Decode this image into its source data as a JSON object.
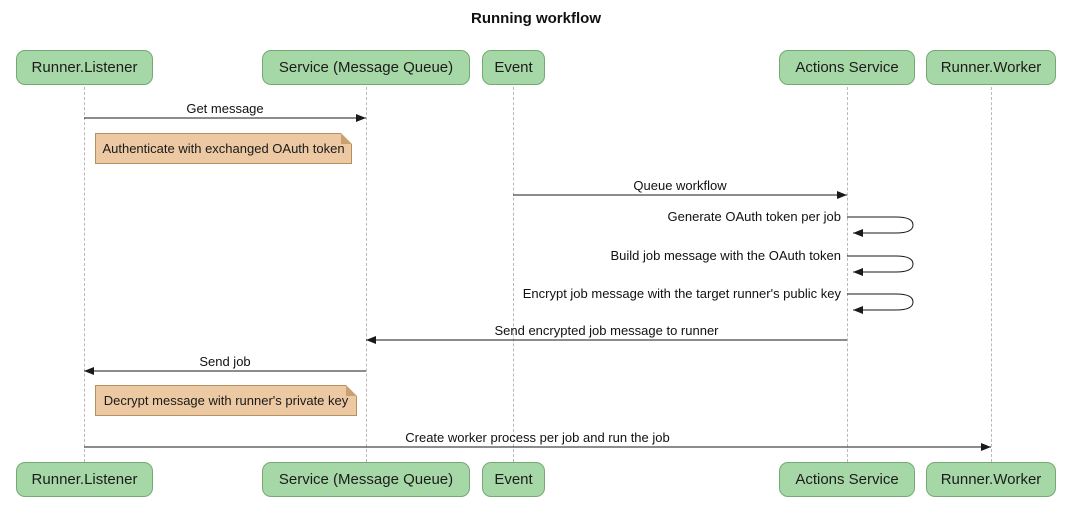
{
  "title": "Running workflow",
  "actors": [
    {
      "label": "Runner.Listener"
    },
    {
      "label": "Service (Message Queue)"
    },
    {
      "label": "Event"
    },
    {
      "label": "Actions Service"
    },
    {
      "label": "Runner.Worker"
    }
  ],
  "messages": [
    {
      "label": "Get message",
      "from": "Runner.Listener",
      "to": "Service (Message Queue)"
    },
    {
      "label": "Queue workflow",
      "from": "Event",
      "to": "Actions Service"
    },
    {
      "label": "Generate OAuth token per job",
      "from": "Actions Service",
      "to": "Actions Service"
    },
    {
      "label": "Build job message with the OAuth token",
      "from": "Actions Service",
      "to": "Actions Service"
    },
    {
      "label": "Encrypt job message with the target runner's public key",
      "from": "Actions Service",
      "to": "Actions Service"
    },
    {
      "label": "Send encrypted job message to runner",
      "from": "Actions Service",
      "to": "Service (Message Queue)"
    },
    {
      "label": "Send job",
      "from": "Service (Message Queue)",
      "to": "Runner.Listener"
    },
    {
      "label": "Create worker process per job and run the job",
      "from": "Runner.Listener",
      "to": "Runner.Worker"
    }
  ],
  "notes": [
    {
      "text": "Authenticate with exchanged OAuth token"
    },
    {
      "text": "Decrypt message with runner's private key"
    }
  ],
  "colors": {
    "actor_fill": "#a6d7a6",
    "actor_border": "#74a974",
    "note_fill": "#ecc9a3",
    "note_border": "#b5915f",
    "message_line": "#1a1a1a",
    "lifeline": "#b9b9b9",
    "background": "#ffffff"
  }
}
